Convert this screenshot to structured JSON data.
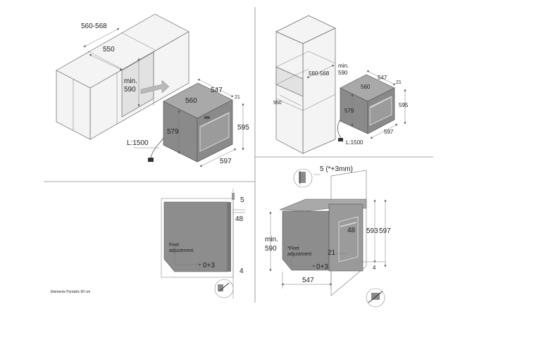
{
  "views": {
    "top_left": {
      "dim_width_range": "560-568",
      "dim_depth": "550",
      "dim_min_label": "min.",
      "dim_min_value": "590",
      "dim_oven_depth": "547",
      "dim_oven_inner": "560",
      "dim_trim": "21",
      "dim_oven_height_inner": "579",
      "dim_oven_height": "595",
      "dim_oven_width": "597",
      "cable_length": "L:1500"
    },
    "top_right": {
      "dim_width_range": "560-568",
      "dim_min_label": "min.",
      "dim_min_value": "590",
      "dim_depth": "550",
      "dim_oven_depth": "547",
      "dim_oven_inner": "560",
      "dim_trim": "21",
      "dim_oven_height_inner": "579",
      "dim_oven_height": "595",
      "dim_oven_width": "597",
      "cable_length": "L:1500"
    },
    "bottom_left": {
      "dim_top_gap": "5",
      "dim_handle": "48",
      "feet_label_1": "Feet",
      "feet_label_2": "adjustment",
      "dim_feet": "0+3",
      "dim_bottom_gap": "4"
    },
    "bottom_right": {
      "dim_top_gap": "5 (*+3mm)",
      "dim_handle": "48",
      "dim_min_label": "min.",
      "dim_min_value": "590",
      "dim_593": "593",
      "dim_597": "597",
      "feet_label_1": "*Feet",
      "feet_label_2": "adjustment",
      "dim_trim": "21",
      "dim_feet": "0+3",
      "dim_bottom_gap": "4",
      "dim_depth": "547"
    }
  },
  "caption": "Elements Pyrolytic 60 cm"
}
